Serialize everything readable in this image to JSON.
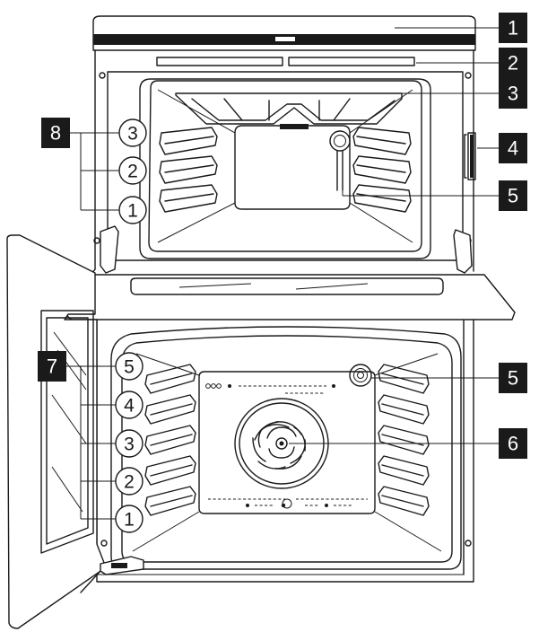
{
  "callouts": [
    {
      "id": "1",
      "label": "1"
    },
    {
      "id": "2",
      "label": "2"
    },
    {
      "id": "3",
      "label": "3"
    },
    {
      "id": "4",
      "label": "4"
    },
    {
      "id": "5a",
      "label": "5"
    },
    {
      "id": "6",
      "label": "6"
    },
    {
      "id": "5b",
      "label": "5"
    },
    {
      "id": "7",
      "label": "7"
    },
    {
      "id": "8",
      "label": "8"
    }
  ],
  "upper_shelf_levels": [
    "3",
    "2",
    "1"
  ],
  "lower_shelf_levels": [
    "5",
    "4",
    "3",
    "2",
    "1"
  ],
  "colors": {
    "line": "#1a1a1a",
    "background": "#ffffff",
    "callout_fill": "#1a1a1a",
    "callout_text": "#ffffff"
  }
}
